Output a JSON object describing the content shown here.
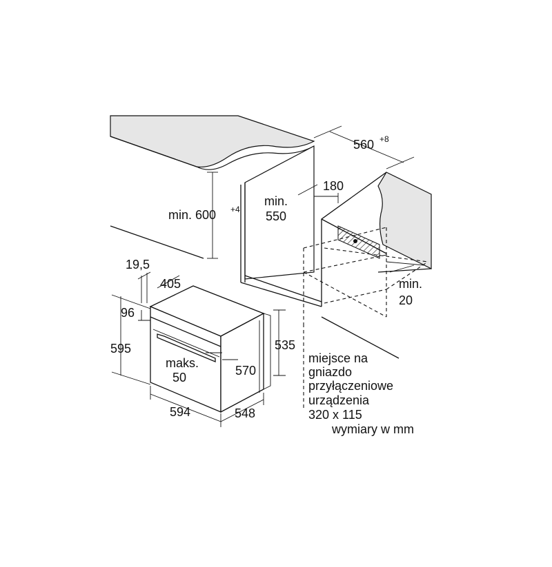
{
  "labels": {
    "width_top": "560",
    "width_top_tol": "+8",
    "height_min": "min. 600",
    "height_min_tol": "+4",
    "depth_min_line1": "min.",
    "depth_min_line2": "550",
    "gap_180": "180",
    "gap_min_line1": "min.",
    "gap_min_line2": "20",
    "front_offset": "19,5",
    "depth_405": "405",
    "top_96": "96",
    "height_595": "595",
    "height_535": "535",
    "height_570": "570",
    "maks_line1": "maks.",
    "maks_line2": "50",
    "width_594": "594",
    "depth_548": "548"
  },
  "note": {
    "line1": "miejsce na",
    "line2": "gniazdo",
    "line3": "przyłączeniowe",
    "line4": "urządzenia",
    "line5": "320 x 115"
  },
  "units": "wymiary w mm",
  "colors": {
    "line": "#111111",
    "cabinet_fill": "#e6e6e6",
    "background": "#ffffff"
  }
}
